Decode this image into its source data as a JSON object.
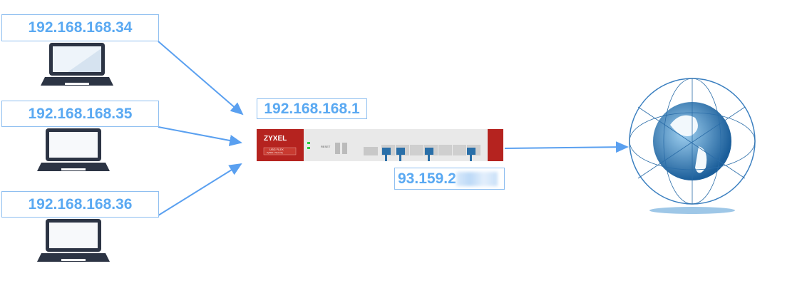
{
  "clients": [
    {
      "ip": "192.168.168.34",
      "icon": "laptop-icon"
    },
    {
      "ip": "192.168.168.35",
      "icon": "laptop-icon"
    },
    {
      "ip": "192.168.168.36",
      "icon": "laptop-icon"
    }
  ],
  "router": {
    "lan_ip": "192.168.168.1",
    "brand": "ZYXEL",
    "model": "USG FLEX",
    "subtitle": "ZyWALL Security",
    "reset_label": "RESET",
    "wan_ip_visible": "93.159.2"
  },
  "internet": {
    "icon": "globe-icon"
  },
  "colors": {
    "label_text": "#5aa9f2",
    "arrow": "#5aa0f0",
    "router_red": "#b5231f"
  }
}
